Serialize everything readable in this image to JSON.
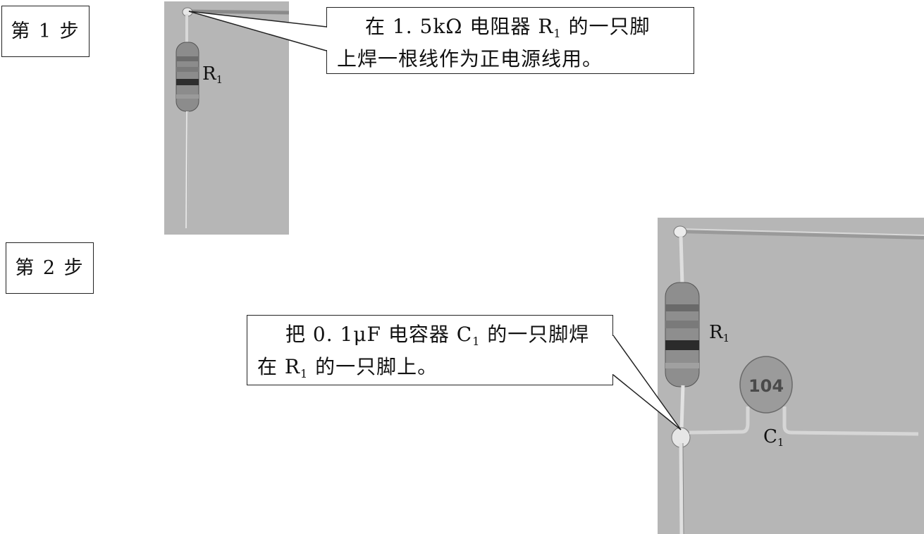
{
  "steps": {
    "step1": "第 1 步",
    "step2": "第 2 步"
  },
  "callout1": {
    "line1": "在 1. 5kΩ 电阻器 R",
    "line1_sub": "1",
    "line1_tail": " 的一只脚",
    "line2": "上焊一根线作为正电源线用。"
  },
  "callout2": {
    "line1": "把 0. 1μF 电容器 C",
    "line1_sub": "1",
    "line1_tail": " 的一只脚焊",
    "line2_head": "在 R",
    "line2_sub": "1",
    "line2_tail": " 的一只脚上。"
  },
  "photo1": {
    "resistor_label": "R",
    "resistor_sub": "1"
  },
  "photo2": {
    "resistor_label": "R",
    "resistor_sub": "1",
    "capacitor_label": "C",
    "capacitor_sub": "1",
    "capacitor_marking": "104"
  }
}
